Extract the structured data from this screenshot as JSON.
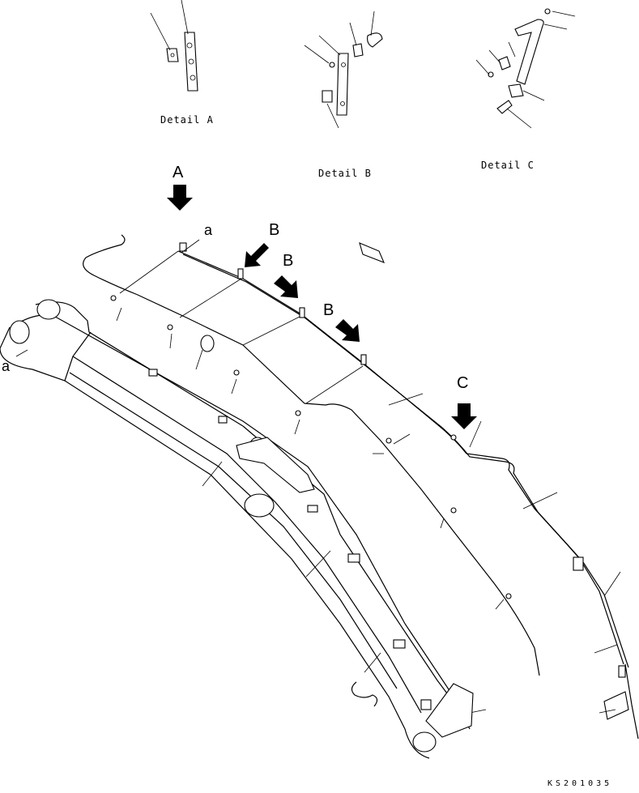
{
  "details": [
    {
      "id": "A",
      "caption": "Detail A"
    },
    {
      "id": "B",
      "caption": "Detail B"
    },
    {
      "id": "C",
      "caption": "Detail C"
    }
  ],
  "view_labels": {
    "A": "A",
    "B1": "B",
    "B2": "B",
    "B3": "B",
    "C": "C"
  },
  "callouts": {
    "a_top": "a",
    "a_left": "a"
  },
  "drawing_code": "KS201035"
}
